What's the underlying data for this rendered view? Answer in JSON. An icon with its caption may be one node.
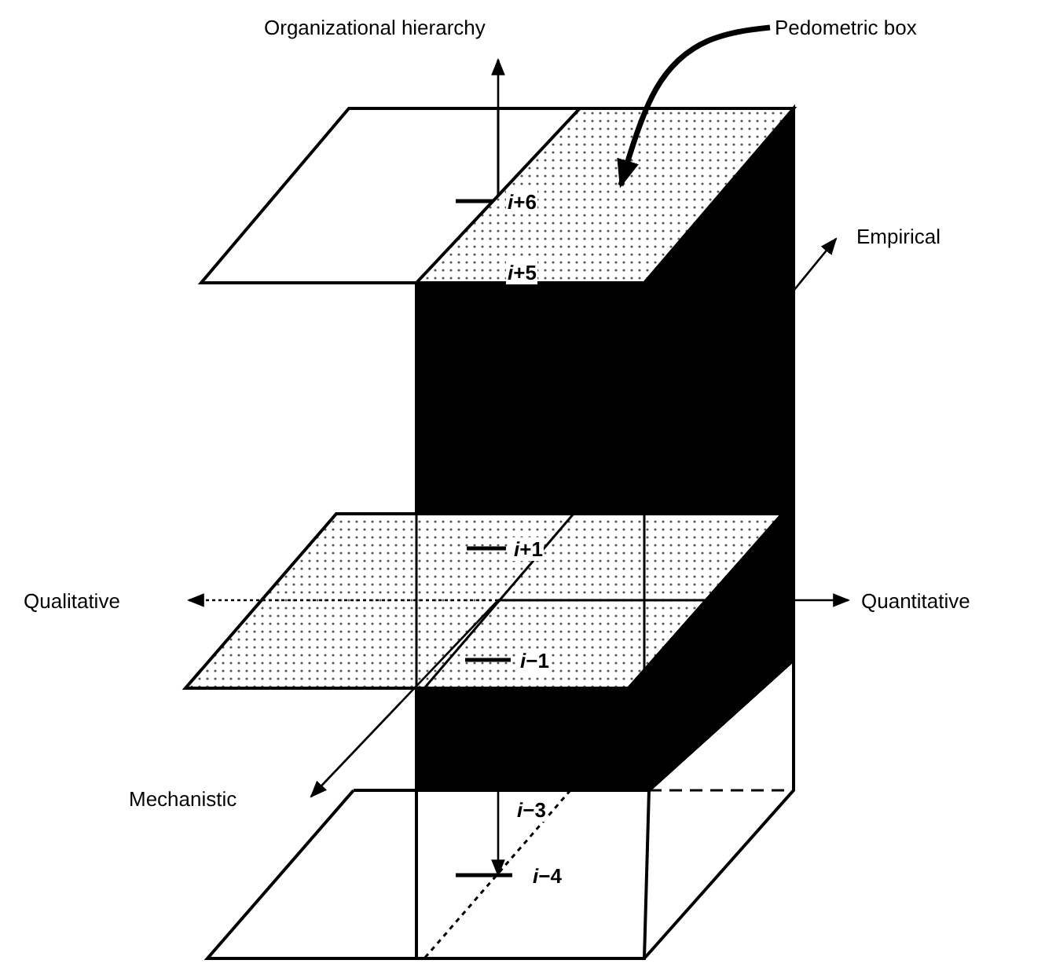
{
  "diagram": {
    "nodes": [
      {
        "text": [
          "Pedometric box"
        ]
      },
      {
        "text": [],
        "shape": "box"
      }
    ],
    "edges": [
      {
        "from": 0,
        "to": 1,
        "arrow": "to"
      }
    ],
    "labels": [
      "Organizational hierarchy",
      "*i*+6",
      "*i*+5",
      "Empirical",
      "*i*+1",
      "Qualitative",
      "Quantitative",
      "*i*−1",
      "Mechanistic",
      "*i*−3",
      "*i*−4"
    ]
  }
}
